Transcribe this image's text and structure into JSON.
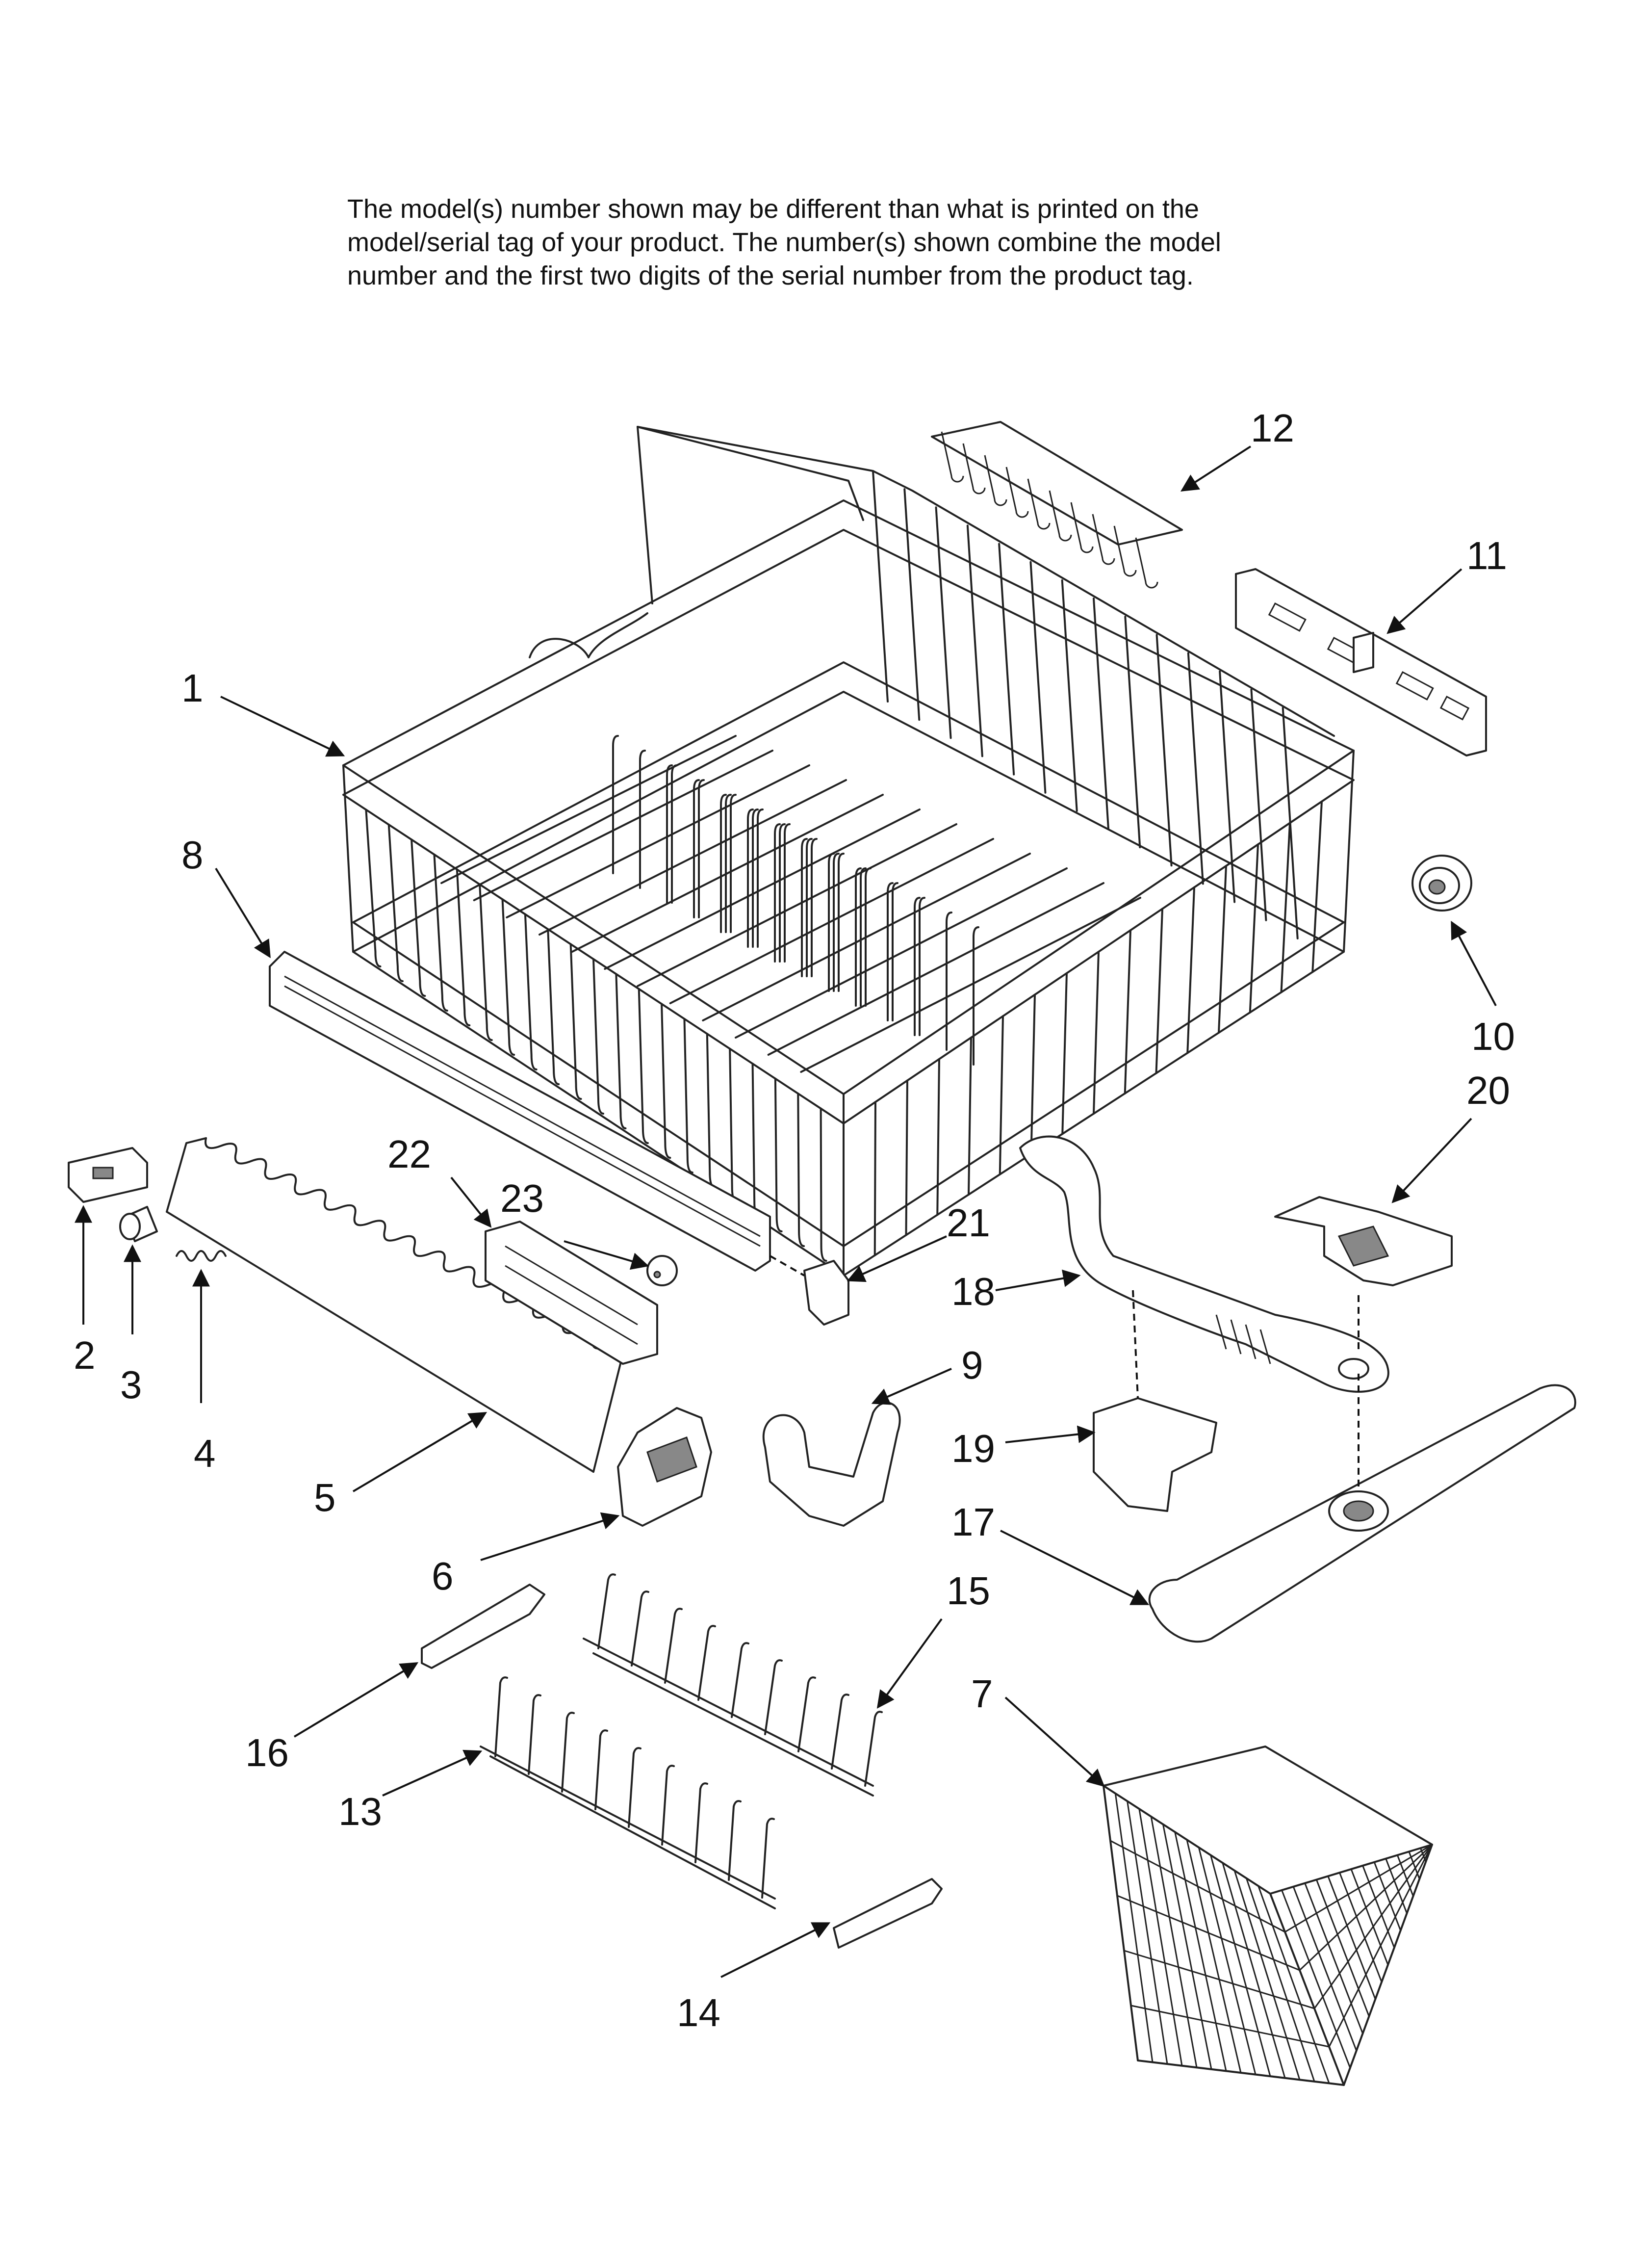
{
  "notice": {
    "lines": [
      "The model(s) number shown may be different than what is printed on the",
      "model/serial tag of your product. The number(s) shown combine the model",
      "number and the first two digits of the serial number from the product tag."
    ]
  },
  "callouts": [
    "1",
    "2",
    "3",
    "4",
    "5",
    "6",
    "7",
    "8",
    "9",
    "10",
    "11",
    "12",
    "13",
    "14",
    "15",
    "16",
    "17",
    "18",
    "19",
    "20",
    "21",
    "22",
    "23"
  ]
}
